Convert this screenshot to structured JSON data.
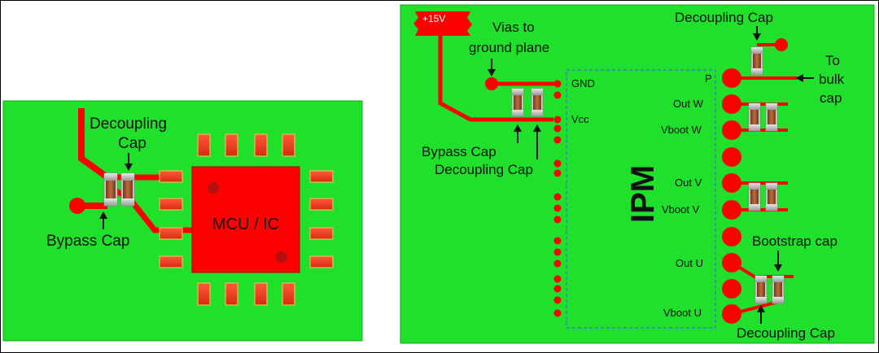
{
  "left_board": {
    "decoupling_label_1": "Decoupling",
    "decoupling_label_2": "Cap",
    "bypass_label": "Bypass Cap",
    "chip_label": "MCU / IC"
  },
  "right_board": {
    "supply_label": "+15V",
    "vias_label_1": "Vias to",
    "vias_label_2": "ground plane",
    "bypass_label": "Bypass Cap",
    "decoupling_label": "Decoupling Cap",
    "top_decoupling_label": "Decoupling Cap",
    "to_bulk_1": "To",
    "to_bulk_2": "bulk",
    "to_bulk_3": "cap",
    "bootstrap_label": "Bootstrap cap",
    "bottom_decoupling_label": "Decoupling Cap",
    "ipm_label": "IPM",
    "pins": {
      "gnd": "GND",
      "vcc": "Vcc",
      "p": "P",
      "out_w": "Out W",
      "vboot_w": "Vboot W",
      "out_v": "Out V",
      "vboot_v": "Vboot V",
      "out_u": "Out U",
      "vboot_u": "Vboot U"
    }
  },
  "colors": {
    "board": "#1fe02a",
    "copper": "#ff0000",
    "pad": "#e8402a",
    "outline": "#3a7fd0"
  }
}
